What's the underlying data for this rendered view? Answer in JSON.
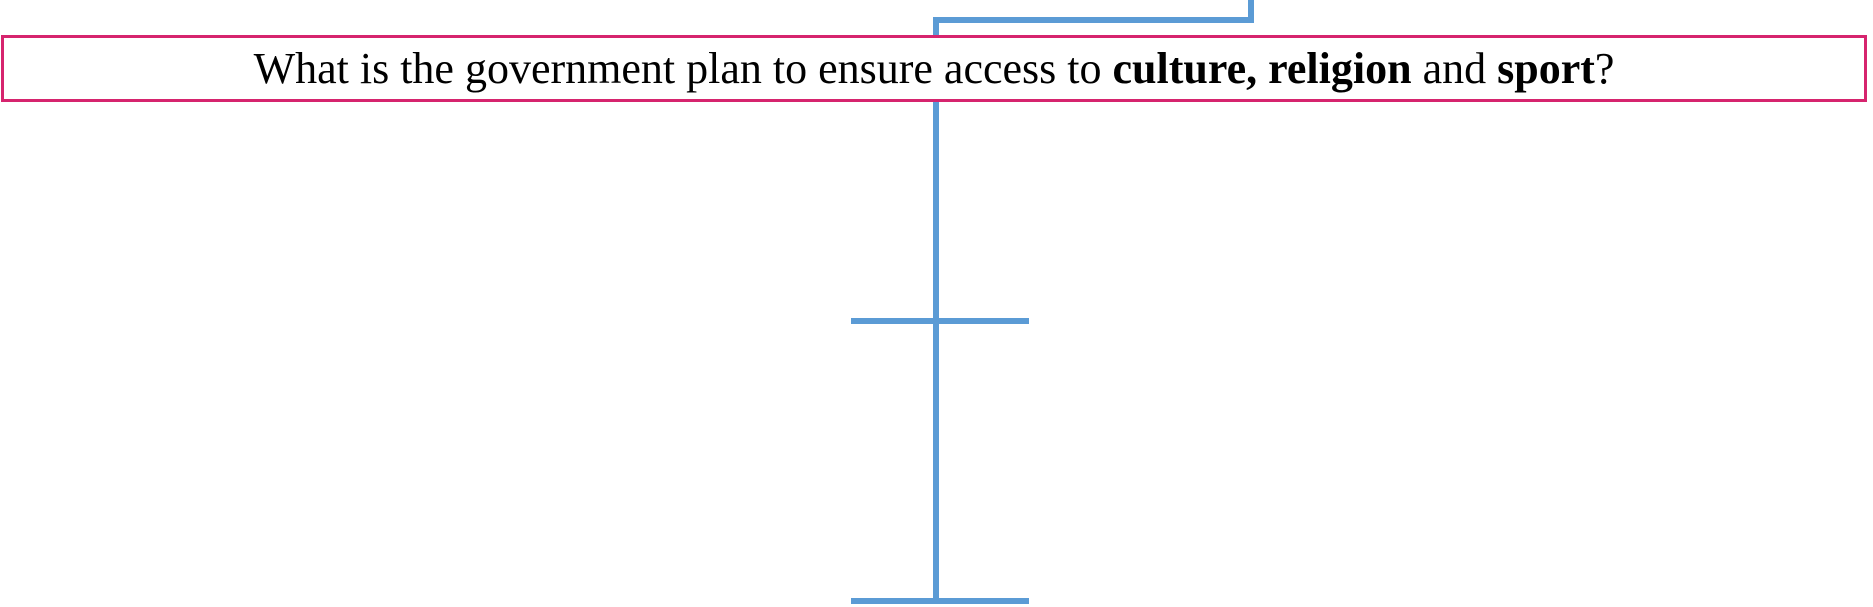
{
  "diagram": {
    "connector_color": "#5b9bd5",
    "question_border_color": "#d6246e",
    "question": {
      "part1": "What is the government plan to ensure access to ",
      "bold1": "culture, religion",
      "part2": " and ",
      "bold2": "sport",
      "part3": "?"
    }
  }
}
